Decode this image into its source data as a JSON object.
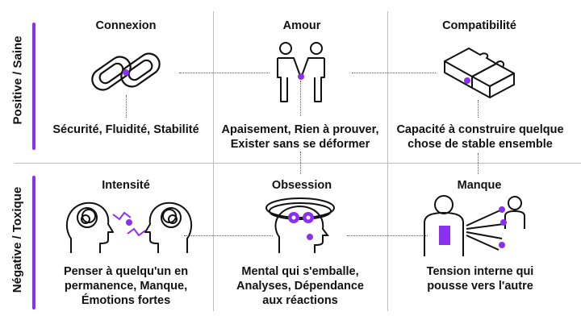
{
  "rows": {
    "positive": {
      "label": "Positive / Saine"
    },
    "negative": {
      "label": "Négative / Toxique"
    }
  },
  "cells": {
    "connexion": {
      "title": "Connexion",
      "lines": [
        "Sécurité, Fluidité, Stabilité"
      ]
    },
    "amour": {
      "title": "Amour",
      "lines": [
        "Apaisement, Rien à prouver,",
        "Exister sans se déformer"
      ]
    },
    "compatibilite": {
      "title": "Compatibilité",
      "lines": [
        "Capacité à construire quelque",
        "chose de stable ensemble"
      ]
    },
    "intensite": {
      "title": "Intensité",
      "lines": [
        "Penser à quelqu'un en",
        "permanence, Manque,",
        "Émotions fortes"
      ]
    },
    "obsession": {
      "title": "Obsession",
      "lines": [
        "Mental qui s'emballe,",
        "Analyses, Dépendance",
        "aux réactions"
      ]
    },
    "manque": {
      "title": "Manque",
      "lines": [
        "Tension interne qui",
        "pousse vers l'autre"
      ]
    }
  },
  "colors": {
    "accent": "#8b2ff0",
    "line": "#111111",
    "divider": "#bdbdbd"
  },
  "icons": [
    "chain-link-icon",
    "couple-holding-hands-icon",
    "puzzle-pieces-icon",
    "two-heads-tangled-thoughts-icon",
    "head-gears-icon",
    "person-with-tension-icon"
  ]
}
